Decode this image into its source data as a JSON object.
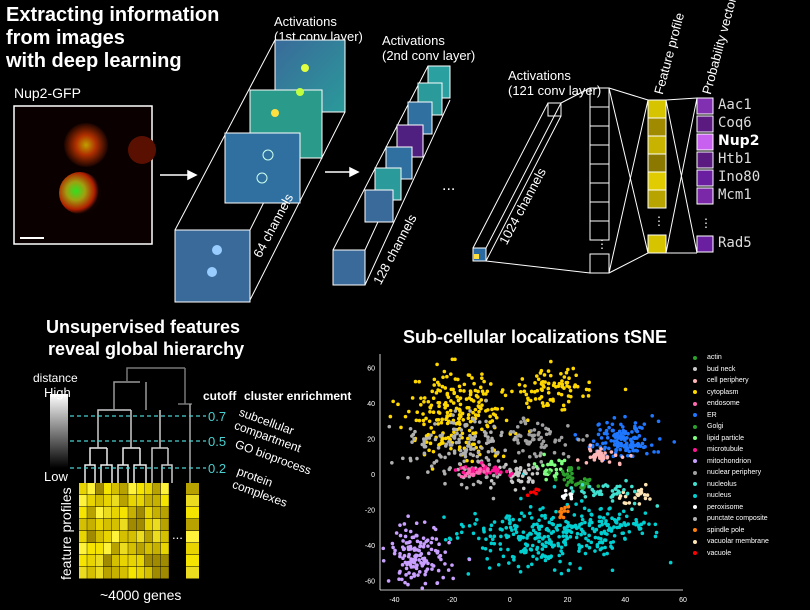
{
  "top": {
    "title_lines": [
      "Extracting information",
      "from images",
      "with deep learning"
    ],
    "image_label": "Nup2-GFP",
    "act1": [
      "Activations",
      "(1st conv layer)"
    ],
    "act2": [
      "Activations",
      "(2nd conv layer)"
    ],
    "act3": [
      "Activations",
      "(121 conv layer)"
    ],
    "ch64": "64 channels",
    "ch128": "128 channels",
    "ch1024": "1024 channels",
    "ellipsis": "...",
    "feature_profile": "Feature profile",
    "probability_vector": "Probability vector",
    "genes": [
      "Aac1",
      "Coq6",
      "Nup2",
      "Htb1",
      "Ino80",
      "Mcm1",
      "Rad5"
    ],
    "selected_gene": "Nup2",
    "colors": {
      "feature": "#d6c400",
      "prob": "#6a1fa0",
      "prob_selected": "#c860f0"
    }
  },
  "hier": {
    "title_lines": [
      "Unsupervised features",
      "reveal global hierarchy"
    ],
    "distance": "distance",
    "high": "High",
    "low": "Low",
    "cutoff_header": "cutoff",
    "enrichment_header": "cluster enrichment",
    "cutoffs": [
      {
        "value": "0.7",
        "label_lines": [
          "subcellular",
          "compartment"
        ]
      },
      {
        "value": "0.5",
        "label_lines": [
          "GO bioprocess"
        ]
      },
      {
        "value": "0.2",
        "label_lines": [
          "protein",
          "complexes"
        ]
      }
    ],
    "y_label": "feature profiles",
    "x_label": "~4000 genes",
    "ellipsis": "..."
  },
  "tsne": {
    "title": "Sub-cellular localizations tSNE",
    "chart_data": {
      "type": "scatter",
      "title": "Sub-cellular localizations tSNE",
      "xlim": [
        -45,
        60
      ],
      "ylim": [
        -65,
        68
      ],
      "x_ticks": [
        -40,
        -20,
        0,
        20,
        40,
        60
      ],
      "y_ticks": [
        60,
        40,
        20,
        0,
        -20,
        -40,
        -60
      ],
      "legend_placement": "right",
      "series": [
        {
          "name": "actin",
          "color": "#2ca02c"
        },
        {
          "name": "bud neck",
          "color": "#c8c8c8"
        },
        {
          "name": "cell periphery",
          "color": "#ffb6b6"
        },
        {
          "name": "cytoplasm",
          "color": "#ffd700"
        },
        {
          "name": "endosome",
          "color": "#ff69b4"
        },
        {
          "name": "ER",
          "color": "#1f77ff"
        },
        {
          "name": "Golgi",
          "color": "#2ca02c"
        },
        {
          "name": "lipid particle",
          "color": "#7fff7f"
        },
        {
          "name": "microtubule",
          "color": "#ff1493"
        },
        {
          "name": "mitochondrion",
          "color": "#c9a0ff"
        },
        {
          "name": "nuclear periphery",
          "color": "#a0a0a0"
        },
        {
          "name": "nucleolus",
          "color": "#40e0d0"
        },
        {
          "name": "nucleus",
          "color": "#00ced1"
        },
        {
          "name": "peroxisome",
          "color": "#ffffff"
        },
        {
          "name": "punctate composite",
          "color": "#b0b0b0"
        },
        {
          "name": "spindle pole",
          "color": "#ff7f0e"
        },
        {
          "name": "vacuolar membrane",
          "color": "#ffe4b5"
        },
        {
          "name": "vacuole",
          "color": "#ff0000"
        }
      ]
    }
  }
}
